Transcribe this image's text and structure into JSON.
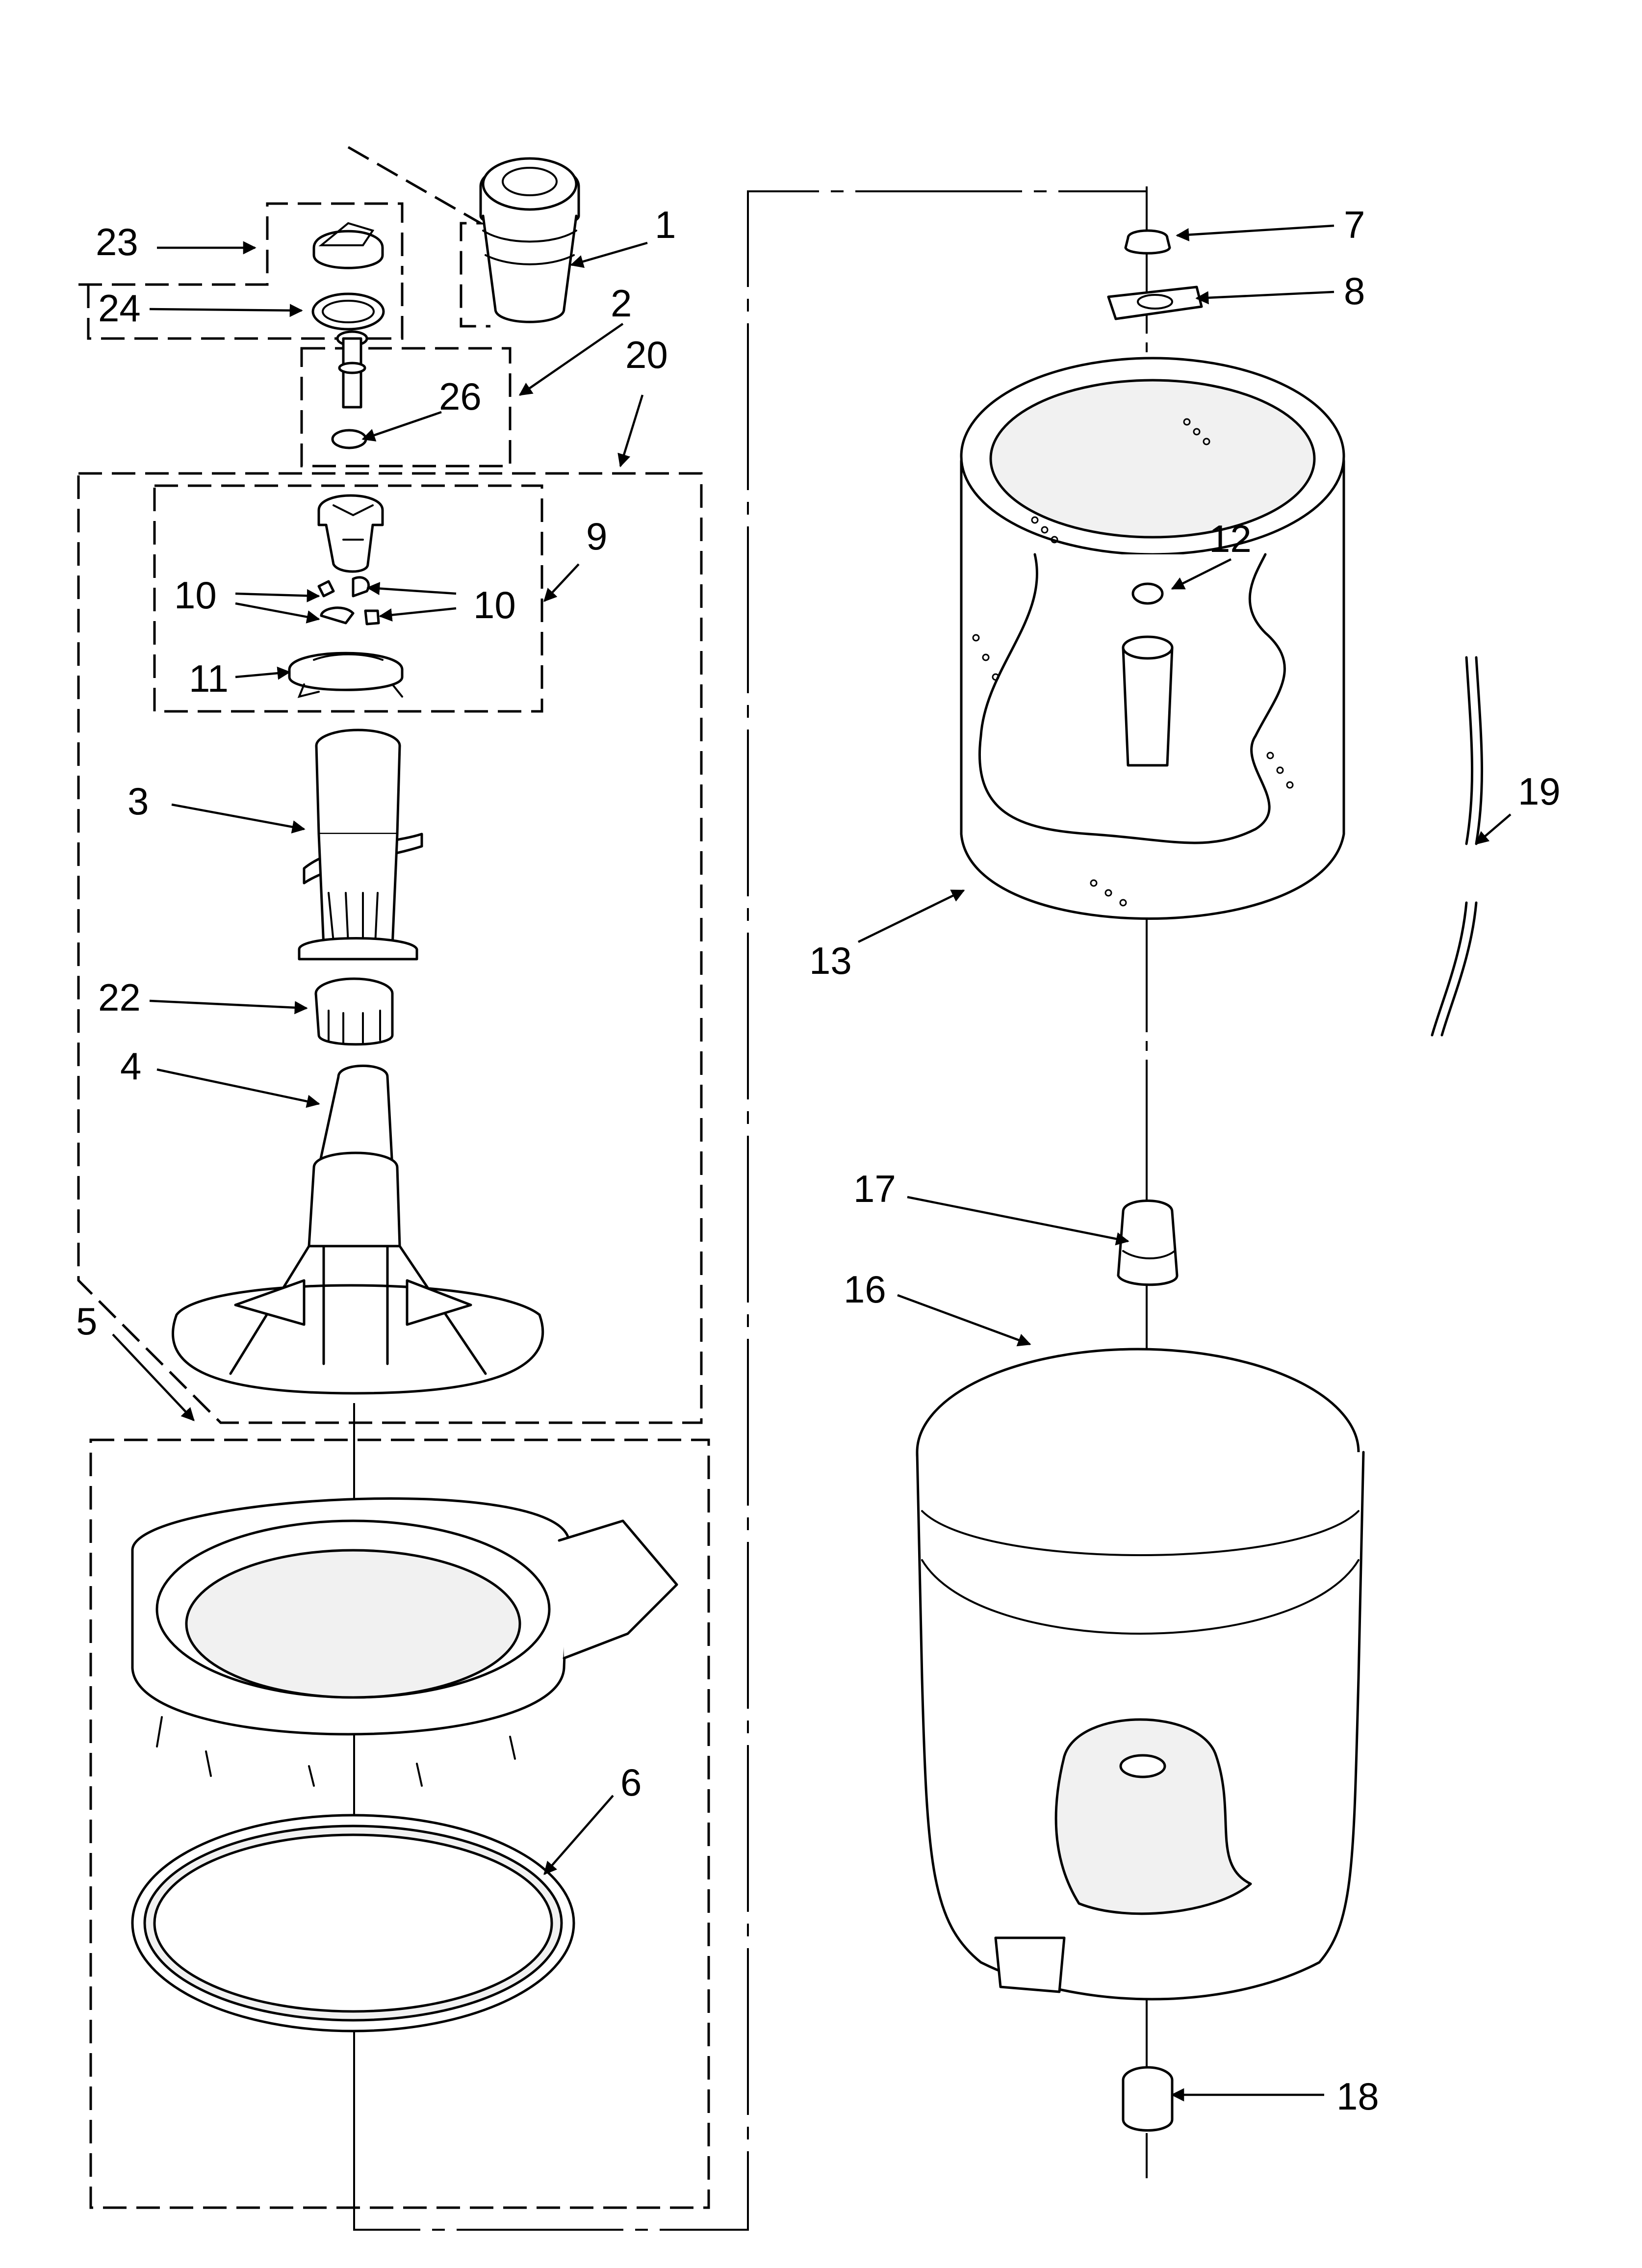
{
  "callouts": [
    {
      "id": "c1",
      "label": "1"
    },
    {
      "id": "c2",
      "label": "2"
    },
    {
      "id": "c3",
      "label": "3"
    },
    {
      "id": "c4",
      "label": "4"
    },
    {
      "id": "c5",
      "label": "5"
    },
    {
      "id": "c6",
      "label": "6"
    },
    {
      "id": "c7",
      "label": "7"
    },
    {
      "id": "c8",
      "label": "8"
    },
    {
      "id": "c9",
      "label": "9"
    },
    {
      "id": "c10a",
      "label": "10"
    },
    {
      "id": "c10b",
      "label": "10"
    },
    {
      "id": "c11",
      "label": "11"
    },
    {
      "id": "c12",
      "label": "12"
    },
    {
      "id": "c13",
      "label": "13"
    },
    {
      "id": "c16",
      "label": "16"
    },
    {
      "id": "c17",
      "label": "17"
    },
    {
      "id": "c18",
      "label": "18"
    },
    {
      "id": "c19",
      "label": "19"
    },
    {
      "id": "c20",
      "label": "20"
    },
    {
      "id": "c22",
      "label": "22"
    },
    {
      "id": "c23",
      "label": "23"
    },
    {
      "id": "c24",
      "label": "24"
    },
    {
      "id": "c26",
      "label": "26"
    }
  ]
}
